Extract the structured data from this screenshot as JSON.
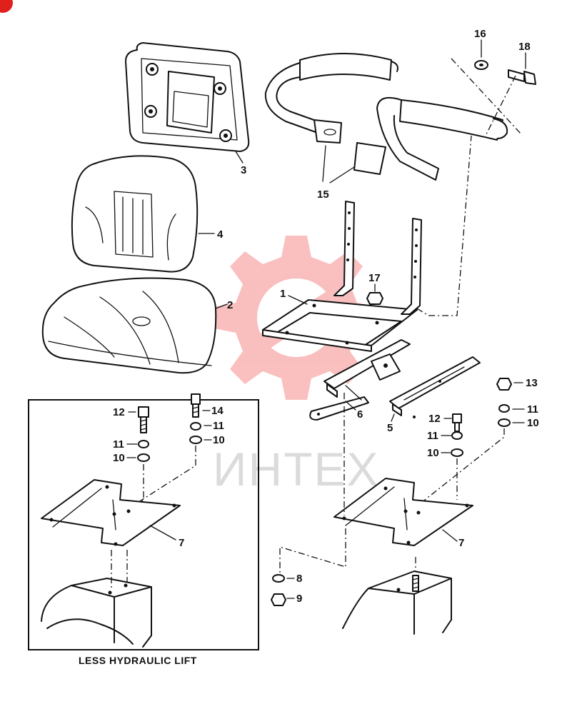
{
  "labels": {
    "l1": "1",
    "l2": "2",
    "l3": "3",
    "l4": "4",
    "l5": "5",
    "l6": "6",
    "l7a": "7",
    "l7b": "7",
    "l8": "8",
    "l9": "9",
    "l10a": "10",
    "l10b": "10",
    "l10c": "10",
    "l10d": "10",
    "l11a": "11",
    "l11b": "11",
    "l11c": "11",
    "l11d": "11",
    "l12a": "12",
    "l12b": "12",
    "l13": "13",
    "l14": "14",
    "l15": "15",
    "l16": "16",
    "l17": "17",
    "l18": "18"
  },
  "inset_caption": "LESS HYDRAULIC LIFT",
  "watermark": "ИНТЕХ",
  "colors": {
    "line": "#111111",
    "watermark_logo": "#f04b4b",
    "corner_mark": "#e0201c"
  }
}
